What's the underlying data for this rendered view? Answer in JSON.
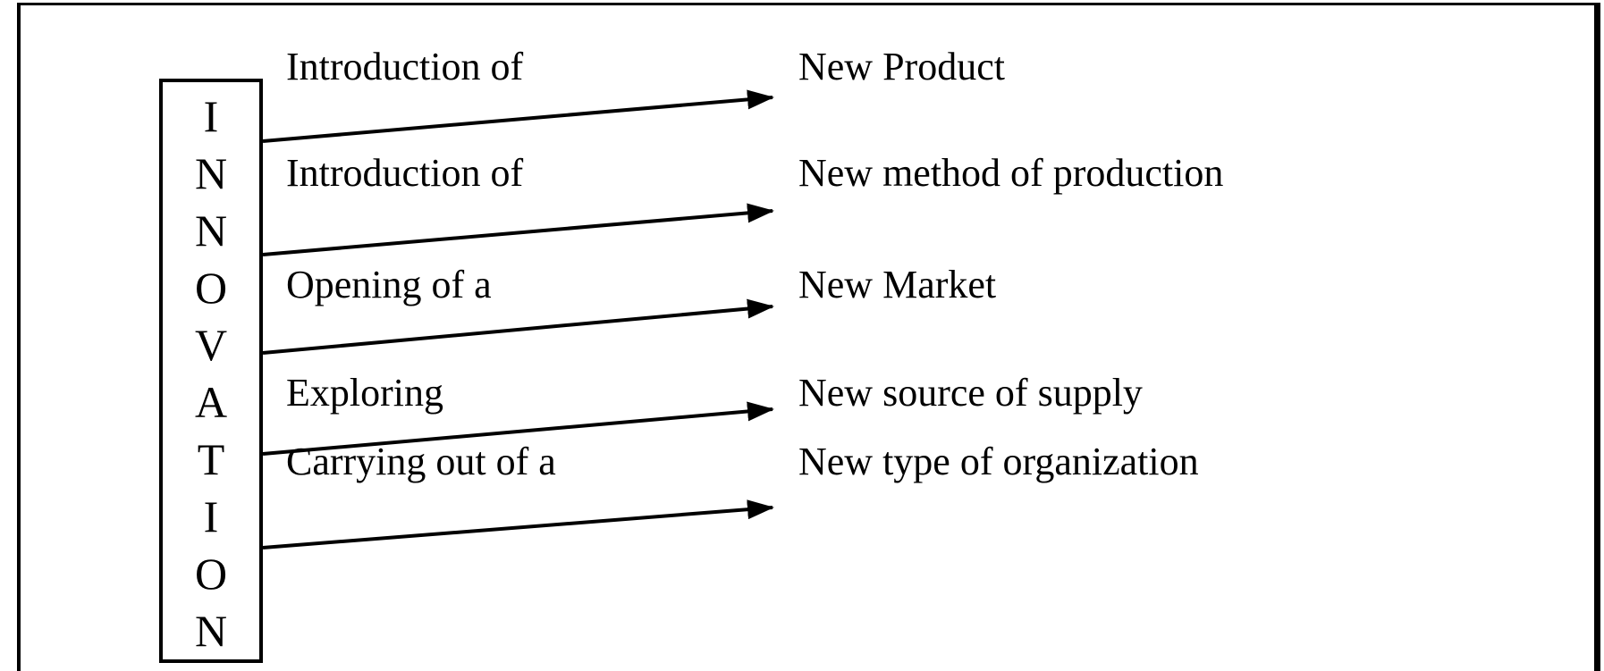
{
  "box": {
    "word": "INNOVATION",
    "letters": [
      "I",
      "N",
      "N",
      "O",
      "V",
      "A",
      "T",
      "I",
      "O",
      "N"
    ]
  },
  "rows": [
    {
      "action": "Introduction of",
      "result": "New Product"
    },
    {
      "action": "Introduction of",
      "result": "New method of production"
    },
    {
      "action": "Opening of a",
      "result": "New Market"
    },
    {
      "action": "Exploring",
      "result": "New source of supply"
    },
    {
      "action": "Carrying out of a",
      "result": "New type of organization"
    }
  ],
  "colors": {
    "ink": "#000000",
    "background": "#ffffff"
  }
}
